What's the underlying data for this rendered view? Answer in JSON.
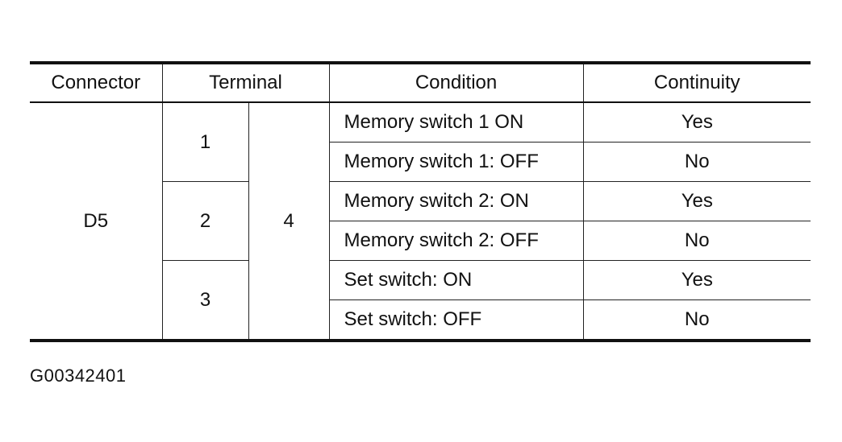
{
  "table": {
    "headers": {
      "connector": "Connector",
      "terminal": "Terminal",
      "condition": "Condition",
      "continuity": "Continuity"
    },
    "connector": "D5",
    "terminals": [
      "1",
      "2",
      "3"
    ],
    "common_terminal": "4",
    "rows": [
      {
        "condition": "Memory switch 1 ON",
        "continuity": "Yes"
      },
      {
        "condition": "Memory switch 1: OFF",
        "continuity": "No"
      },
      {
        "condition": "Memory switch 2: ON",
        "continuity": "Yes"
      },
      {
        "condition": "Memory switch 2: OFF",
        "continuity": "No"
      },
      {
        "condition": "Set switch: ON",
        "continuity": "Yes"
      },
      {
        "condition": "Set switch: OFF",
        "continuity": "No"
      }
    ]
  },
  "figure_id": "G00342401"
}
